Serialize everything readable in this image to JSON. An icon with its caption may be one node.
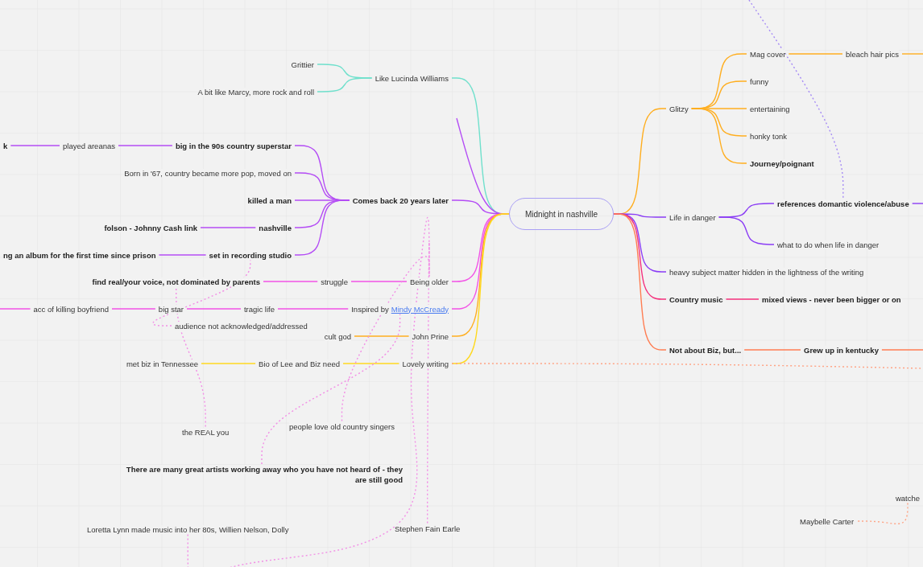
{
  "diagram": {
    "nodes": [
      {
        "text": [
          "Midnight in nashville"
        ]
      },
      {
        "text": [
          "Like Lucinda Williams"
        ]
      },
      {
        "text": [
          "Grittier"
        ]
      },
      {
        "text": [
          "A bit like Marcy, more rock and roll"
        ]
      },
      {
        "text": [
          "Comes back 20 years later"
        ]
      },
      {
        "text": [
          "big in the 90s country superstar"
        ]
      },
      {
        "text": [
          "played areanas"
        ]
      },
      {
        "text": [
          "k"
        ]
      },
      {
        "text": [
          "Born in '67, country became more pop, moved on"
        ]
      },
      {
        "text": [
          "killed a man"
        ]
      },
      {
        "text": [
          "nashville"
        ]
      },
      {
        "text": [
          "folson - Johnny Cash link"
        ]
      },
      {
        "text": [
          "set in recording studio"
        ]
      },
      {
        "text": [
          "ng an album for the first time since prison"
        ]
      },
      {
        "text": [
          "Being older"
        ]
      },
      {
        "text": [
          "struggle"
        ]
      },
      {
        "text": [
          "find real/your voice, not dominated by parents"
        ]
      },
      {
        "text": [
          "Inspired by",
          "Mindy McCready"
        ]
      },
      {
        "text": [
          "tragic life"
        ]
      },
      {
        "text": [
          "big star"
        ]
      },
      {
        "text": [
          "acc of killing boyfriend"
        ]
      },
      {
        "text": [
          "audience not acknowledged/addressed"
        ]
      },
      {
        "text": [
          "John Prine"
        ]
      },
      {
        "text": [
          "cult god"
        ]
      },
      {
        "text": [
          "Lovely writing"
        ]
      },
      {
        "text": [
          "Bio of Lee and Biz need"
        ]
      },
      {
        "text": [
          "met biz in Tennessee"
        ]
      },
      {
        "text": [
          "the REAL you"
        ]
      },
      {
        "text": [
          "people love old country singers"
        ]
      },
      {
        "text": [
          "There are many great artists working away who you have not heard of - they are still good"
        ]
      },
      {
        "text": [
          "Loretta Lynn made music into her 80s, Willien Nelson, Dolly"
        ]
      },
      {
        "text": [
          "Stephen Fain Earle"
        ]
      },
      {
        "text": [
          "Glitzy"
        ]
      },
      {
        "text": [
          "Mag cover"
        ]
      },
      {
        "text": [
          "bleach hair pics"
        ]
      },
      {
        "text": [
          "funny"
        ]
      },
      {
        "text": [
          "entertaining"
        ]
      },
      {
        "text": [
          "honky tonk"
        ]
      },
      {
        "text": [
          "Journey/poignant"
        ]
      },
      {
        "text": [
          "Life in danger"
        ]
      },
      {
        "text": [
          "references domantic violence/abuse"
        ]
      },
      {
        "text": [
          "what to do when life in danger"
        ]
      },
      {
        "text": [
          "heavy subject matter hidden in the lightness of the writing"
        ]
      },
      {
        "text": [
          "Country music"
        ]
      },
      {
        "text": [
          "mixed views - never been bigger or on"
        ]
      },
      {
        "text": [
          "Not about Biz, but..."
        ]
      },
      {
        "text": [
          "Grew up in kentucky"
        ]
      },
      {
        "text": [
          "watche"
        ]
      },
      {
        "text": [
          "Maybelle Carter"
        ]
      }
    ],
    "edges": [
      {
        "from": 0,
        "to": 1,
        "arrow": "none",
        "color": "#6fe0cc"
      },
      {
        "from": 1,
        "to": 2,
        "arrow": "none",
        "color": "#6fe0cc"
      },
      {
        "from": 1,
        "to": 3,
        "arrow": "none",
        "color": "#6fe0cc"
      },
      {
        "from": 0,
        "to": null,
        "arrow": "none",
        "color": "#b44cf5"
      },
      {
        "from": 0,
        "to": 4,
        "arrow": "none",
        "color": "#b44cf5"
      },
      {
        "from": 4,
        "to": 5,
        "arrow": "none",
        "color": "#b44cf5"
      },
      {
        "from": 4,
        "to": 8,
        "arrow": "none",
        "color": "#b44cf5"
      },
      {
        "from": 4,
        "to": 9,
        "arrow": "none",
        "color": "#b44cf5"
      },
      {
        "from": 4,
        "to": 10,
        "arrow": "none",
        "color": "#b44cf5"
      },
      {
        "from": 4,
        "to": 12,
        "arrow": "none",
        "color": "#b44cf5"
      },
      {
        "from": 5,
        "to": 6,
        "arrow": "none",
        "color": "#b44cf5"
      },
      {
        "from": 6,
        "to": 7,
        "arrow": "none",
        "color": "#b44cf5"
      },
      {
        "from": 10,
        "to": 11,
        "arrow": "none",
        "color": "#b44cf5"
      },
      {
        "from": 12,
        "to": 13,
        "arrow": "none",
        "color": "#b44cf5"
      },
      {
        "from": 0,
        "to": 14,
        "arrow": "none",
        "color": "#f252e6"
      },
      {
        "from": 14,
        "to": 15,
        "arrow": "none",
        "color": "#f252e6"
      },
      {
        "from": 15,
        "to": 16,
        "arrow": "none",
        "color": "#f252e6"
      },
      {
        "from": 0,
        "to": 17,
        "arrow": "none",
        "color": "#f252e6"
      },
      {
        "from": 17,
        "to": 18,
        "arrow": "none",
        "color": "#f252e6"
      },
      {
        "from": 18,
        "to": 19,
        "arrow": "none",
        "color": "#f252e6"
      },
      {
        "from": 19,
        "to": 20,
        "arrow": "none",
        "color": "#f252e6"
      },
      {
        "from": 20,
        "to": null,
        "arrow": "none",
        "color": "#f252e6"
      },
      {
        "from": 0,
        "to": 22,
        "arrow": "none",
        "color": "#ffae1f"
      },
      {
        "from": 22,
        "to": 23,
        "arrow": "none",
        "color": "#ffae1f"
      },
      {
        "from": 0,
        "to": 24,
        "arrow": "none",
        "color": "#ffd91f"
      },
      {
        "from": 24,
        "to": 25,
        "arrow": "none",
        "color": "#ffd91f"
      },
      {
        "from": 25,
        "to": 26,
        "arrow": "none",
        "color": "#ffd91f"
      },
      {
        "from": 24,
        "to": null,
        "arrow": "none",
        "style": "dashed",
        "color": "#ffa384"
      },
      {
        "from": 0,
        "to": 32,
        "arrow": "none",
        "color": "#ffae1f"
      },
      {
        "from": 32,
        "to": 33,
        "arrow": "none",
        "color": "#ffae1f"
      },
      {
        "from": 32,
        "to": 35,
        "arrow": "none",
        "color": "#ffae1f"
      },
      {
        "from": 32,
        "to": 36,
        "arrow": "none",
        "color": "#ffae1f"
      },
      {
        "from": 32,
        "to": 37,
        "arrow": "none",
        "color": "#ffae1f"
      },
      {
        "from": 32,
        "to": 38,
        "arrow": "none",
        "color": "#ffae1f"
      },
      {
        "from": 33,
        "to": 34,
        "arrow": "none",
        "color": "#ffae1f"
      },
      {
        "from": 34,
        "to": null,
        "arrow": "none",
        "color": "#ffae1f"
      },
      {
        "from": 0,
        "to": 39,
        "arrow": "none",
        "color": "#8b3df5"
      },
      {
        "from": 39,
        "to": 40,
        "arrow": "none",
        "color": "#8b3df5"
      },
      {
        "from": 39,
        "to": 41,
        "arrow": "none",
        "color": "#8b3df5"
      },
      {
        "from": 40,
        "to": null,
        "arrow": "none",
        "color": "#8b3df5"
      },
      {
        "from": null,
        "to": 40,
        "arrow": "none",
        "style": "dashed",
        "color": "#a58af5"
      },
      {
        "from": 0,
        "to": 42,
        "arrow": "none",
        "color": "#8b3df5"
      },
      {
        "from": 0,
        "to": 43,
        "arrow": "none",
        "color": "#f5307c"
      },
      {
        "from": 43,
        "to": 44,
        "arrow": "none",
        "color": "#f5307c"
      },
      {
        "from": 0,
        "to": 45,
        "arrow": "none",
        "color": "#ff7d52"
      },
      {
        "from": 45,
        "to": 46,
        "arrow": "none",
        "color": "#ff7d52"
      },
      {
        "from": 46,
        "to": null,
        "arrow": "none",
        "color": "#ff7d52"
      },
      {
        "from": 47,
        "to": 48,
        "arrow": "none",
        "style": "dashed",
        "color": "#ffa384"
      },
      {
        "from": 21,
        "to": 12,
        "arrow": "none",
        "style": "dashed",
        "color": "#f28ee6"
      },
      {
        "from": 27,
        "to": 16,
        "arrow": "none",
        "style": "dashed",
        "color": "#f28ee6"
      },
      {
        "from": 30,
        "to": 14,
        "arrow": "none",
        "style": "dashed",
        "color": "#f28ee6"
      },
      {
        "from": 28,
        "to": 14,
        "arrow": "none",
        "style": "dashed",
        "color": "#f28ee6"
      },
      {
        "from": 29,
        "to": 17,
        "arrow": "none",
        "style": "dashed",
        "color": "#f28ee6"
      },
      {
        "from": 31,
        "to": 14,
        "arrow": "none",
        "style": "dashed",
        "color": "#f28ee6"
      }
    ]
  }
}
